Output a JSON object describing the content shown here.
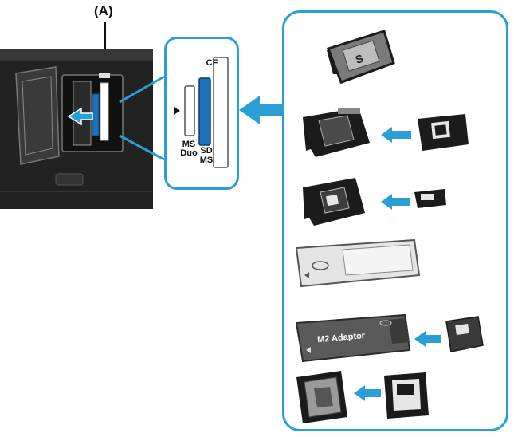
{
  "callout": {
    "label": "(A)"
  },
  "slots": {
    "cf": "CF",
    "ms_duo_line1": "MS",
    "ms_duo_line2": "Duo",
    "sd": "SD",
    "ms": "MS"
  },
  "cards": {
    "m2_adaptor": "M2 Adaptor"
  },
  "colors": {
    "accent": "#2a9fd6",
    "slot_fill": "#1c72b8",
    "card_dark": "#1b1b1b",
    "card_light": "#e4e4e4",
    "printer": "#222222"
  }
}
